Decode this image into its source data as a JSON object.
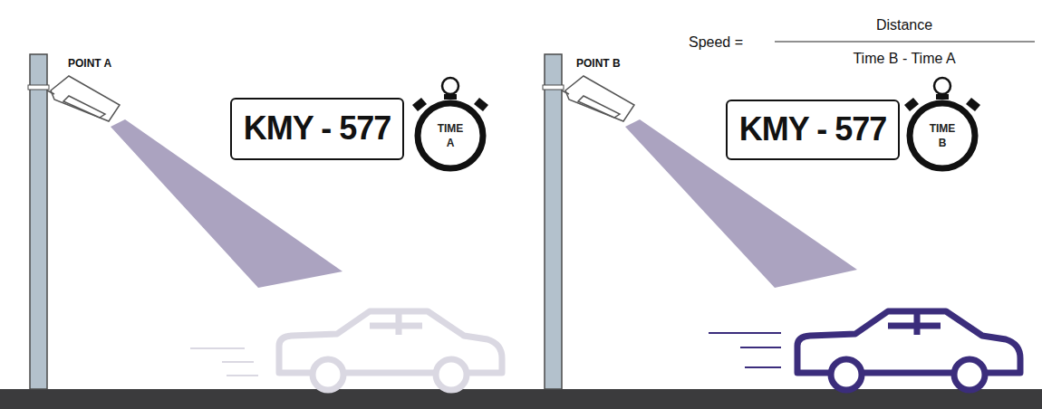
{
  "diagram": {
    "nodes": [
      {
        "text": [
          "KMY - 577"
        ]
      },
      {
        "text": [
          "TIME A"
        ]
      },
      {
        "text": [
          "KMY - 577"
        ]
      },
      {
        "text": [
          "TIME B"
        ]
      }
    ],
    "labels": [
      "Speed =",
      "Distance",
      "Time B - Time A",
      "POINT A",
      "POINT B"
    ]
  }
}
